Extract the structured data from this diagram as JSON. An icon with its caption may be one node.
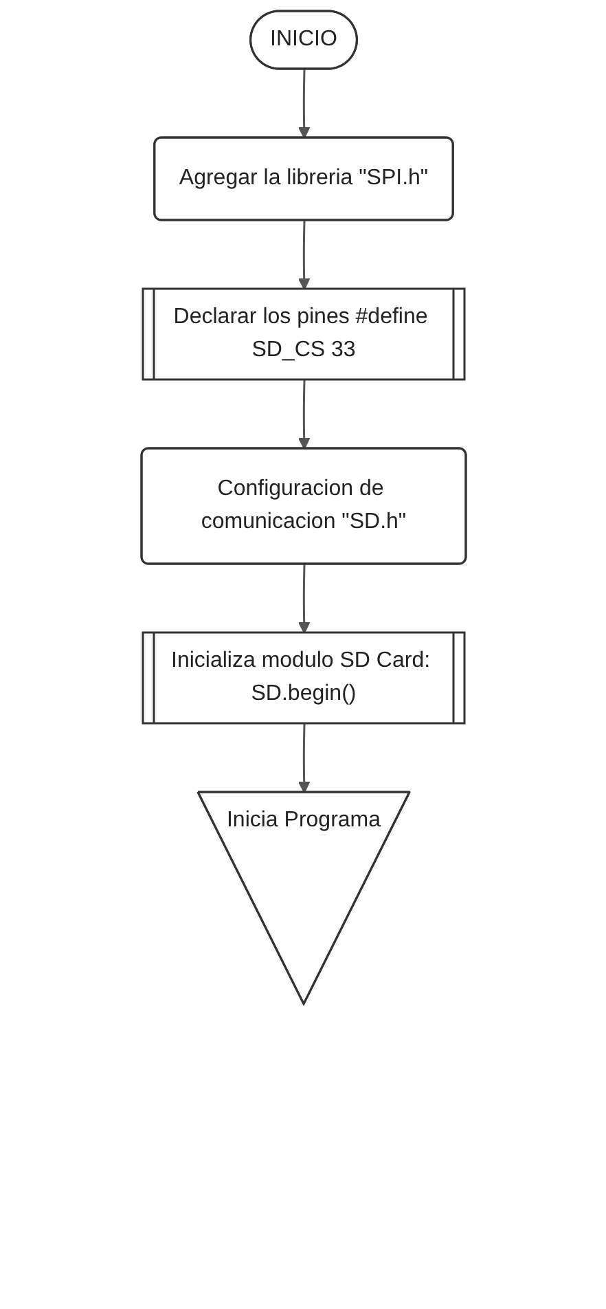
{
  "diagram": {
    "nodes": [
      {
        "text": [
          "INICIO"
        ]
      },
      {
        "text": [
          "Agregar la libreria \"SPI.h\""
        ]
      },
      {
        "text": [
          "Declarar los pines #define SD_CS 33"
        ]
      },
      {
        "text": [
          "Configuracion de comunicacion \"SD.h\""
        ]
      },
      {
        "text": [
          "Inicializa modulo SD Card: SD.begin()"
        ]
      },
      {
        "text": [
          "Inicia Programa"
        ]
      }
    ],
    "edges": [
      {
        "from": 0,
        "to": 1,
        "arrow": "to"
      },
      {
        "from": 1,
        "to": 2,
        "arrow": "to"
      },
      {
        "from": 2,
        "to": 3,
        "arrow": "to"
      },
      {
        "from": 3,
        "to": 4,
        "arrow": "to"
      },
      {
        "from": 4,
        "to": 5,
        "arrow": "to"
      }
    ]
  }
}
